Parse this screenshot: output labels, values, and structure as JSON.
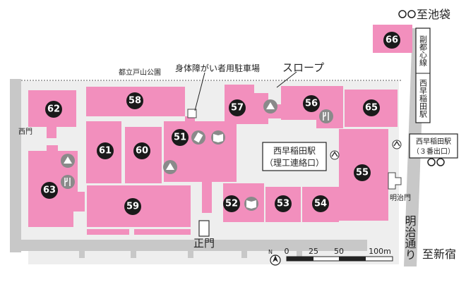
{
  "labels": {
    "to_ikebukuro": "至池袋",
    "to_shinjuku": "至新宿",
    "toyama_park": "都立戸山公園",
    "accessible_parking": "身体障がい者用駐車場",
    "slope": "スロープ",
    "west_gate": "西門",
    "main_gate": "正門",
    "meiji_gate": "明治門",
    "meiji_dori": "明治通り",
    "fukutoshin_line": "副都心線",
    "nishi_waseda_station": "西早稲田駅",
    "station_exit_3_name": "西早稲田駅",
    "station_exit_3_sub": "（３番出口）",
    "station_riko_name": "西早稲田駅",
    "station_riko_sub": "（理工連絡口）",
    "north": "N"
  },
  "buildings": [
    "51",
    "52",
    "53",
    "54",
    "55",
    "56",
    "57",
    "58",
    "59",
    "60",
    "61",
    "62",
    "63",
    "65",
    "66"
  ],
  "scale": {
    "ticks": [
      "0",
      "25",
      "50",
      "100m"
    ]
  },
  "colors": {
    "building": "#f28fbd",
    "campus": "#eeeeee",
    "road": "#c8c8c8",
    "icon": "#8a8a8a",
    "number_badge": "#1a1a1a"
  }
}
